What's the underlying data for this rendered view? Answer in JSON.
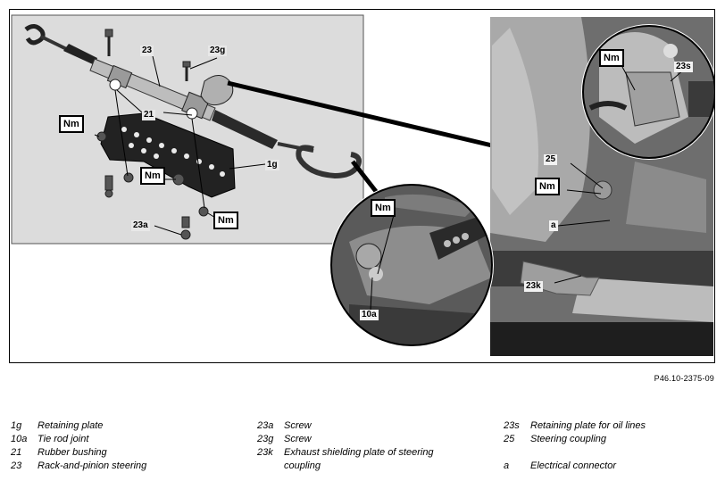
{
  "figure": {
    "id": "P46.10-2375-09",
    "callouts": {
      "c23": "23",
      "c23g": "23g",
      "c21": "21",
      "c1g": "1g",
      "c23a": "23a",
      "c23s": "23s",
      "c25": "25",
      "ca": "a",
      "c23k": "23k",
      "c10a": "10a"
    },
    "torque_label": "Nm"
  },
  "legend": {
    "columns": [
      [
        {
          "key": "1g",
          "text": "Retaining plate"
        },
        {
          "key": "10a",
          "text": "Tie rod joint"
        },
        {
          "key": "21",
          "text": "Rubber bushing"
        },
        {
          "key": "23",
          "text": "Rack-and-pinion steering"
        }
      ],
      [
        {
          "key": "23a",
          "text": "Screw"
        },
        {
          "key": "23g",
          "text": "Screw"
        },
        {
          "key": "23k",
          "text": "Exhaust shielding plate of steering coupling"
        }
      ],
      [
        {
          "key": "23s",
          "text": "Retaining plate for oil lines"
        },
        {
          "key": "25",
          "text": "Steering coupling"
        },
        {
          "key": "",
          "text": ""
        },
        {
          "key": "a",
          "text": "Electrical connector"
        }
      ]
    ]
  }
}
